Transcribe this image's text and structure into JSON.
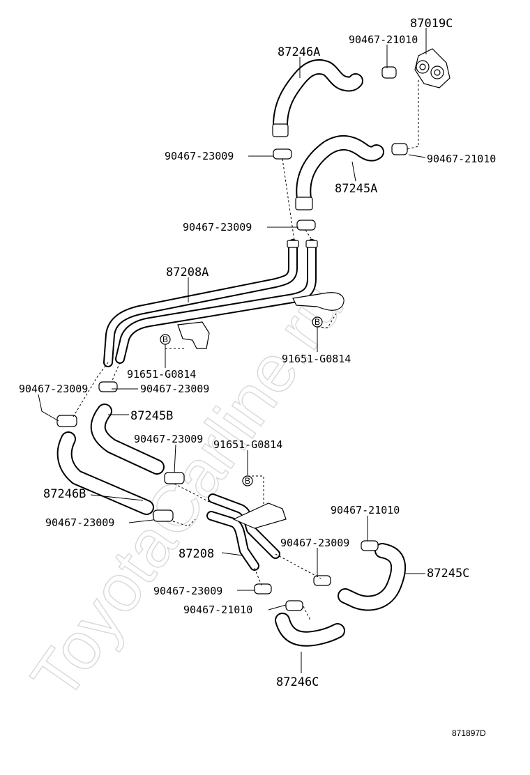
{
  "watermark": "ToyotaCarline.ru",
  "diagram_code": "871897D",
  "labels": {
    "p87019C": "87019C",
    "p90467_21010_a": "90467-21010",
    "p87246A": "87246A",
    "p90467_23009_a": "90467-23009",
    "p90467_21010_b": "90467-21010",
    "p87245A": "87245A",
    "p90467_23009_b": "90467-23009",
    "p87208A": "87208A",
    "p91651_G0814_a": "91651-G0814",
    "p91651_G0814_b": "91651-G0814",
    "p90467_23009_c": "90467-23009",
    "p90467_23009_d": "90467-23009",
    "p87245B": "87245B",
    "p90467_23009_e": "90467-23009",
    "p91651_G0814_c": "91651-G0814",
    "p87246B": "87246B",
    "p90467_21010_c": "90467-21010",
    "p90467_23009_f": "90467-23009",
    "p90467_23009_g": "90467-23009",
    "p87208": "87208",
    "p87245C": "87245C",
    "p90467_23009_h": "90467-23009",
    "p90467_21010_d": "90467-21010",
    "p87246C": "87246C"
  },
  "bolt_marker": "B"
}
